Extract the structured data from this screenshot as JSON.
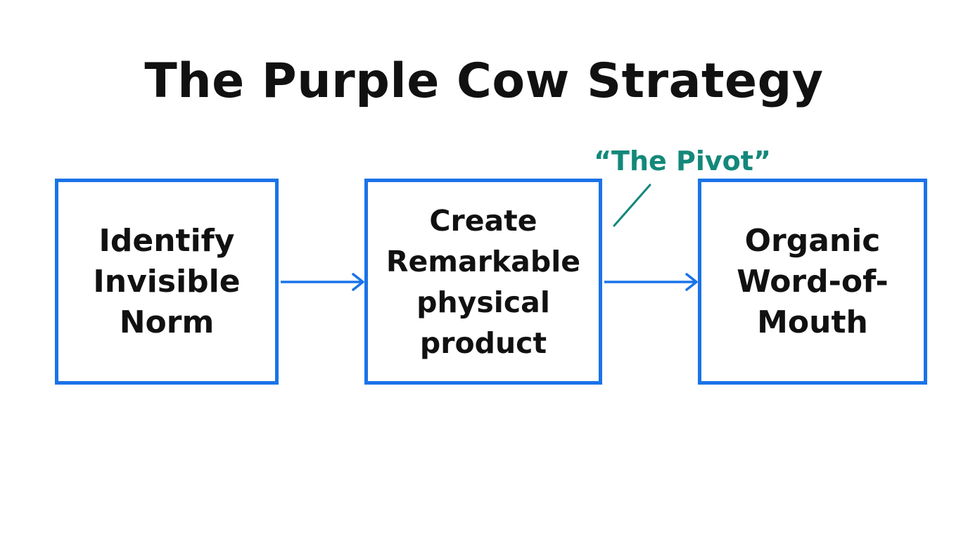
{
  "diagram": {
    "title": "The Purple Cow Strategy",
    "steps": [
      {
        "lines": [
          "Identify",
          "Invisible",
          "Norm"
        ]
      },
      {
        "lines": [
          "Create",
          "Remarkable",
          "physical",
          "product"
        ]
      },
      {
        "lines": [
          "Organic",
          "Word-of-",
          "Mouth"
        ]
      }
    ],
    "annotation": "“The Pivot”"
  },
  "colors": {
    "box_border": "#1a73e8",
    "arrow": "#1a73e8",
    "annotation": "#13887a",
    "text": "#111111",
    "background": "#ffffff"
  }
}
